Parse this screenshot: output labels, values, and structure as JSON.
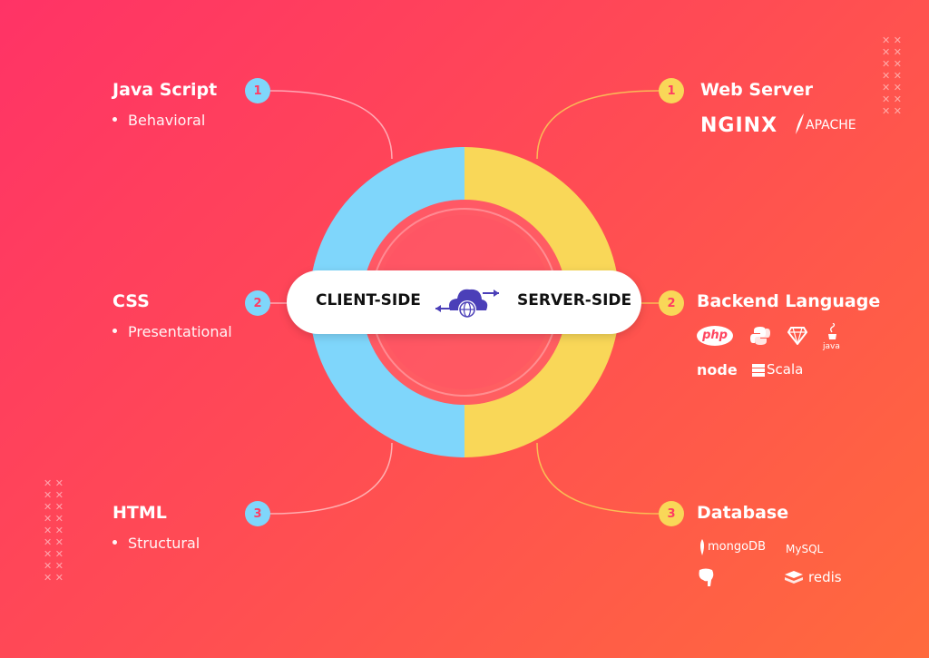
{
  "center": {
    "client_label": "CLIENT-SIDE",
    "server_label": "SERVER-SIDE"
  },
  "colors": {
    "client": "#7fd6fb",
    "server": "#f9d758",
    "bg_start": "#ff3366",
    "bg_end": "#ff6a3d"
  },
  "client_items": [
    {
      "number": "1",
      "title": "Java Script",
      "detail": "Behavioral"
    },
    {
      "number": "2",
      "title": "CSS",
      "detail": "Presentational"
    },
    {
      "number": "3",
      "title": "HTML",
      "detail": "Structural"
    }
  ],
  "server_items": [
    {
      "number": "1",
      "title": "Web Server"
    },
    {
      "number": "2",
      "title": "Backend Language"
    },
    {
      "number": "3",
      "title": "Database"
    }
  ],
  "logos": {
    "web_server": [
      "NGINX",
      "APACHE"
    ],
    "backend": [
      "php",
      "java",
      "node",
      "Scala"
    ],
    "database": [
      "mongoDB",
      "MySQL",
      "redis"
    ]
  }
}
